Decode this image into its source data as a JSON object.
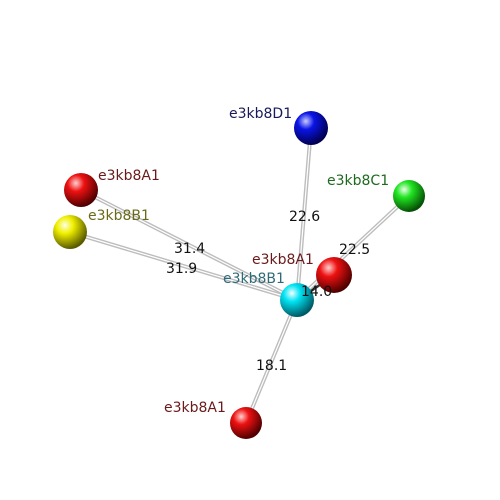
{
  "center": {
    "label": "e3kb8B1",
    "color": "#00d8e8",
    "label_color": "#2f6a78"
  },
  "nodes": [
    {
      "id": "n1",
      "label": "e3kb8D1",
      "color": "#0a14e6",
      "label_color": "#1a1a5a",
      "distance": "22.6"
    },
    {
      "id": "n2",
      "label": "e3kb8C1",
      "color": "#22e622",
      "label_color": "#1e6a1e",
      "distance": "22.5"
    },
    {
      "id": "n3",
      "label": "e3kb8A1",
      "color": "#ee1111",
      "label_color": "#6a1a1a",
      "distance": "31.4"
    },
    {
      "id": "n4",
      "label": "e3kb8B1",
      "color": "#f0f000",
      "label_color": "#6a6a1a",
      "distance": "31.9"
    },
    {
      "id": "n5",
      "label": "e3kb8A1",
      "color": "#ee1111",
      "label_color": "#6a1a1a",
      "distance": "14.0"
    },
    {
      "id": "n6",
      "label": "e3kb8A1",
      "color": "#ee1111",
      "label_color": "#6a1a1a",
      "distance": "18.1"
    }
  ]
}
